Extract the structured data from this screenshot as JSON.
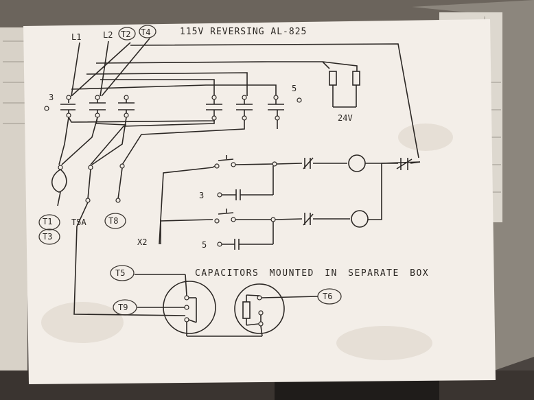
{
  "diagram": {
    "title": "115V REVERSING AL-825",
    "colors": {
      "paper": "#f3eee8",
      "ink": "#2b2724",
      "backdrop": "#4a4440",
      "panel": "#ded9d0"
    },
    "labels": {
      "l1": "L1",
      "l2": "L2",
      "t2": "T2",
      "t4": "T4",
      "n3_left": "3",
      "n5_top": "5",
      "transformer_voltage": "24V",
      "n3_control": "3",
      "n5_control": "5",
      "x2": "X2",
      "t1": "T1",
      "t3": "T3",
      "t5a": "T5A",
      "t8": "T8",
      "t5": "T5",
      "t9": "T9",
      "t6": "T6",
      "capacitor_note": "CAPACITORS MOUNTED IN SEPARATE BOX"
    }
  }
}
